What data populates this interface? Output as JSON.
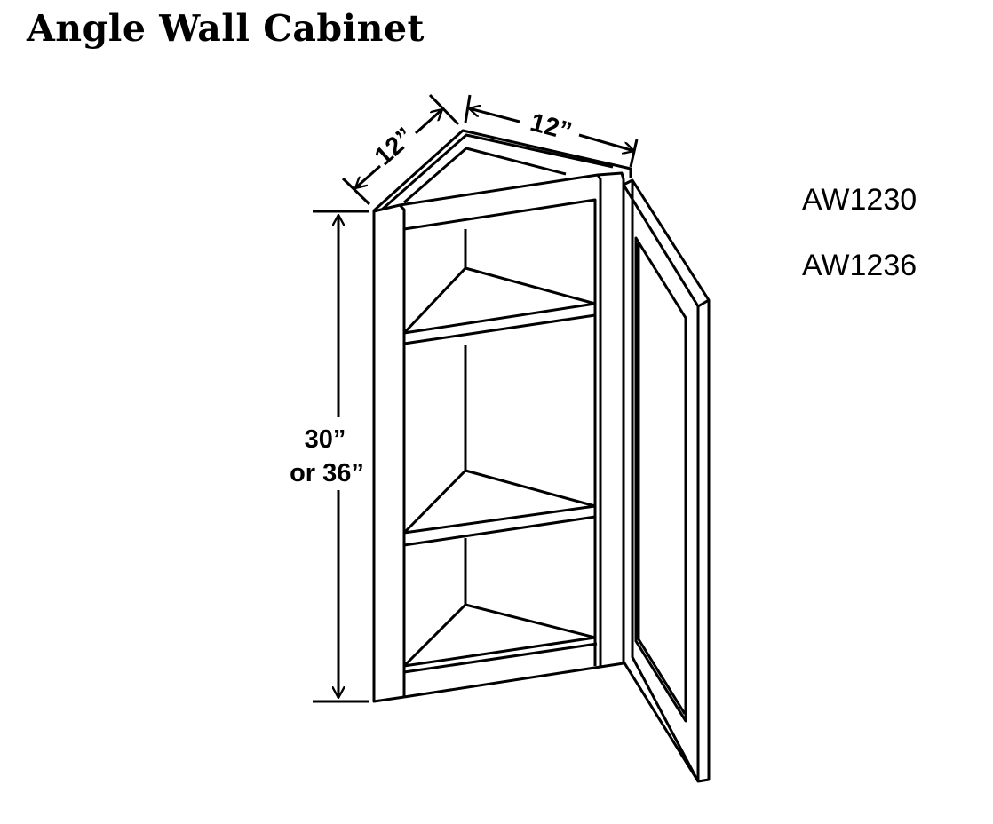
{
  "title": "Angle Wall Cabinet",
  "model_codes": [
    "AW1230",
    "AW1236"
  ],
  "dimensions": {
    "depth_left": "12”",
    "depth_right": "12”",
    "height_line1": "30”",
    "height_line2": "or 36”"
  }
}
